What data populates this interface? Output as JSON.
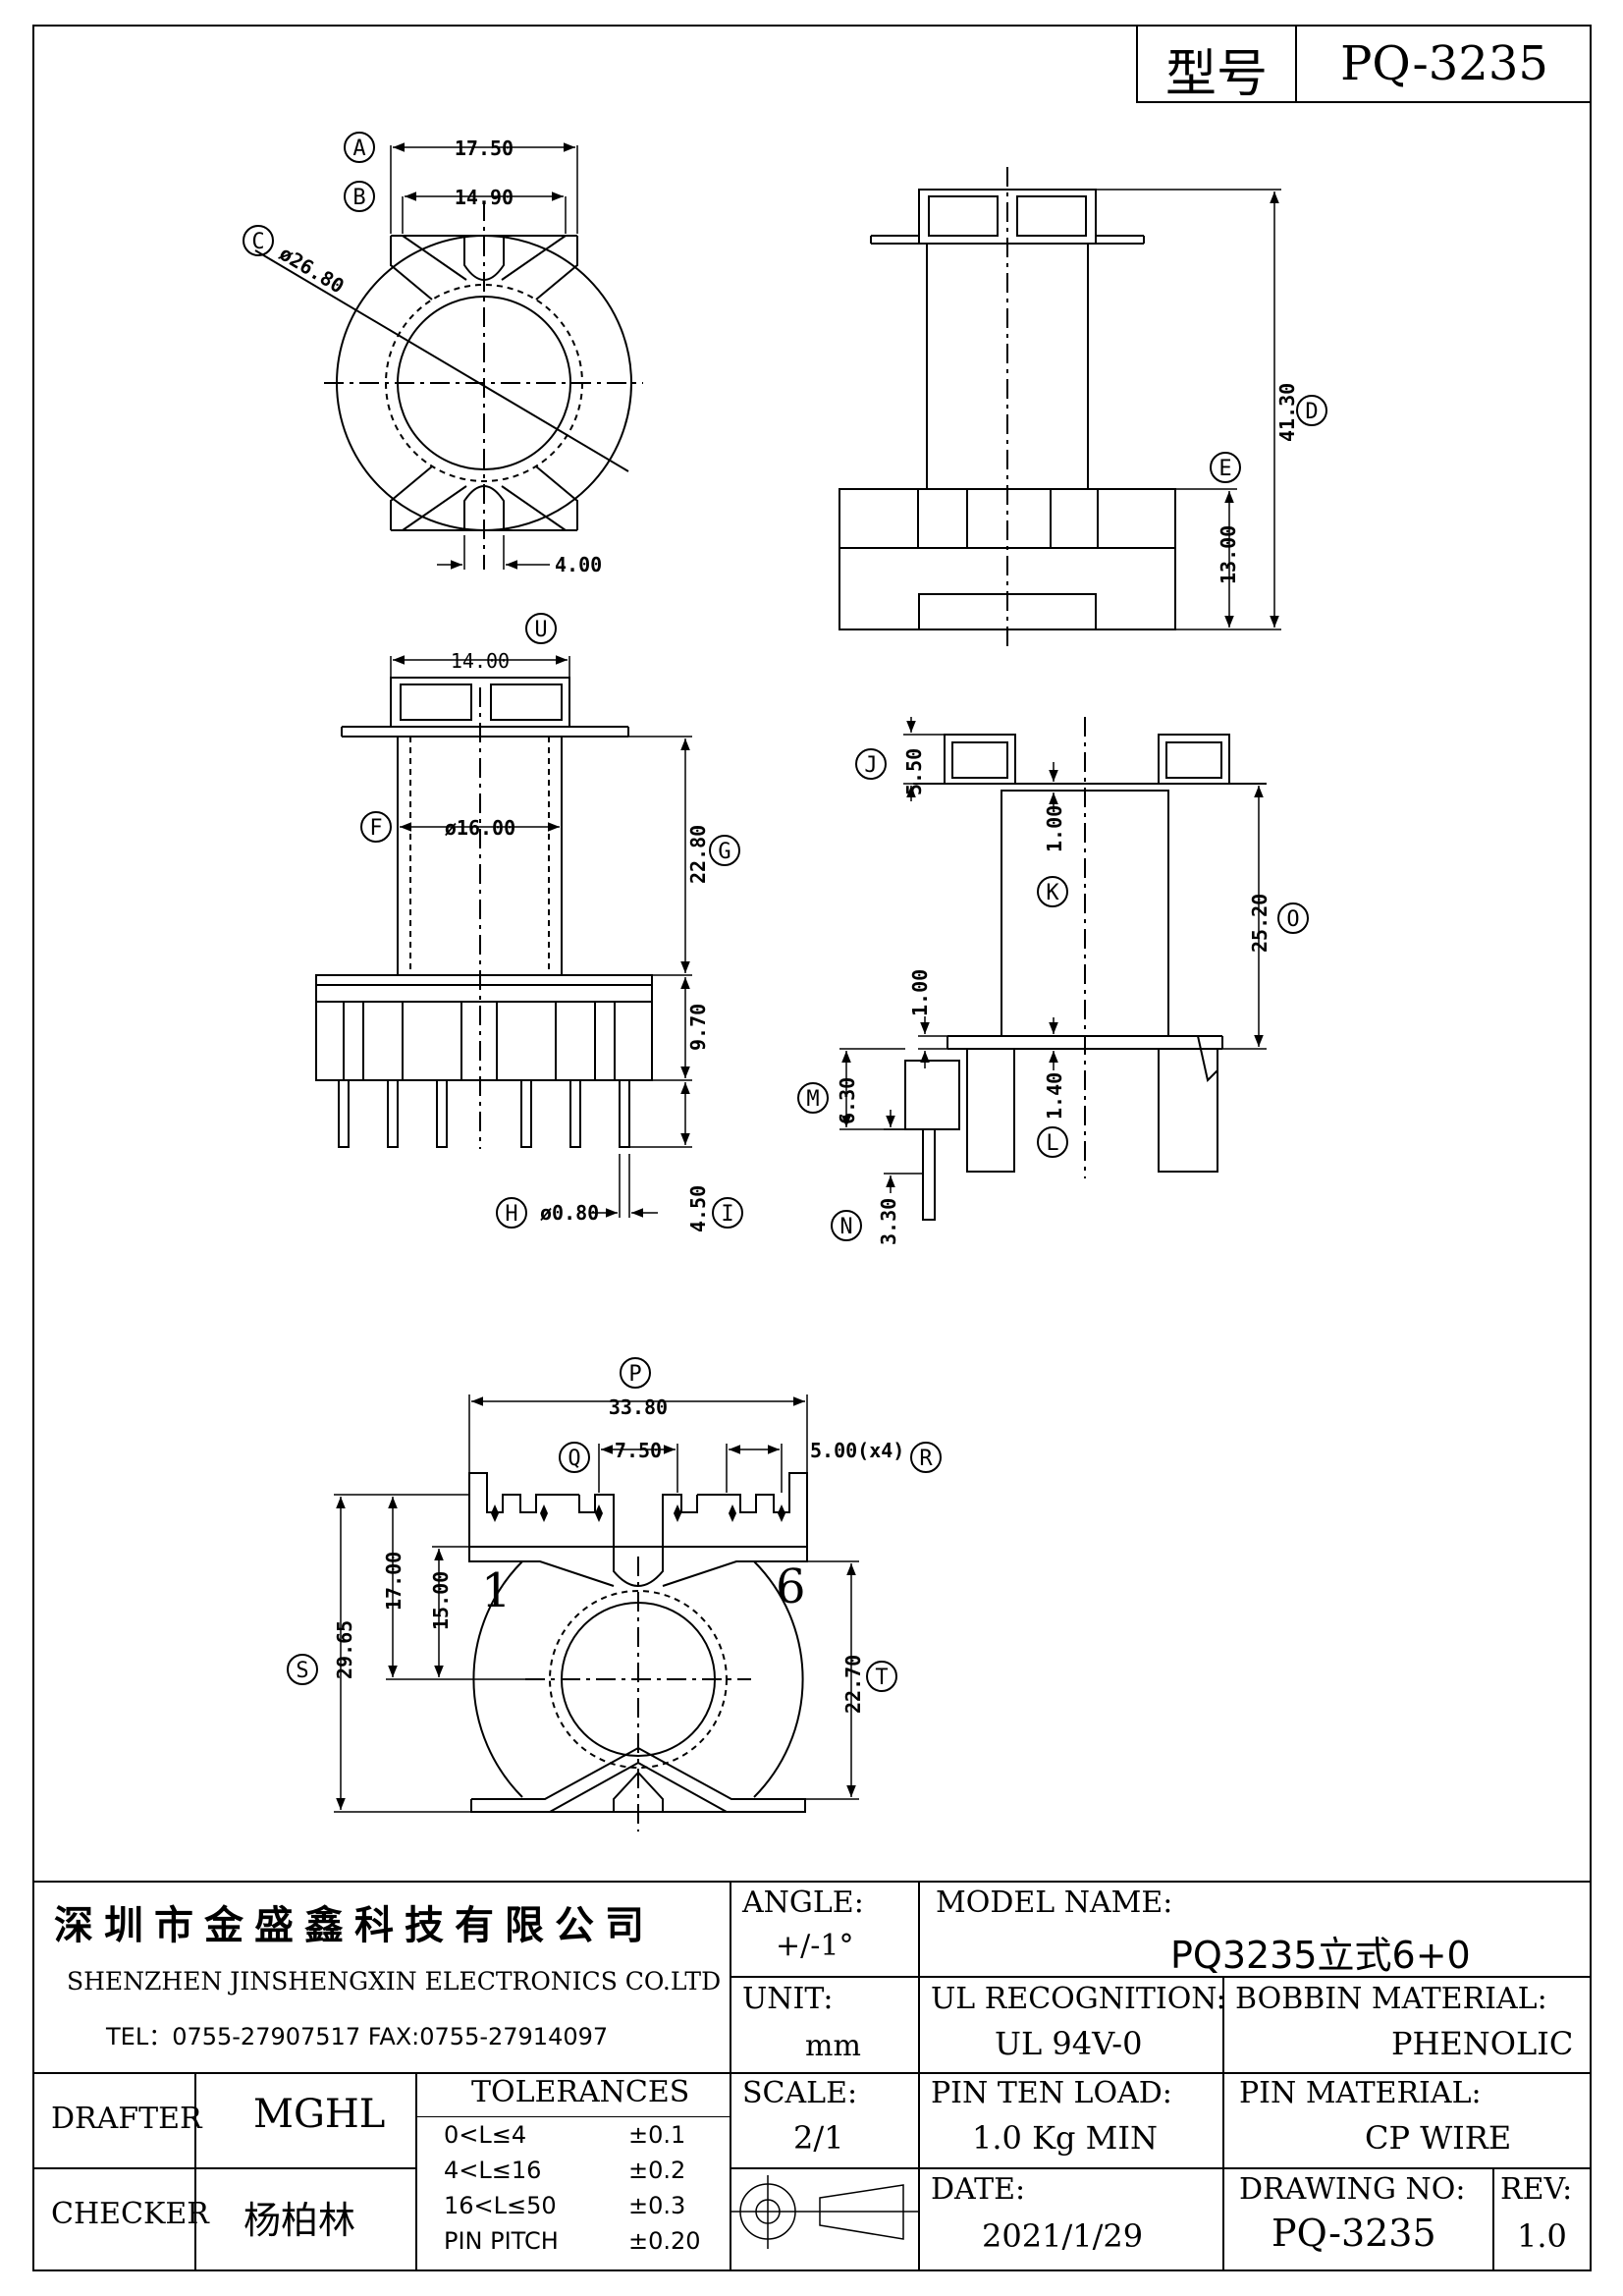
{
  "header": {
    "label": "型号",
    "model": "PQ-3235"
  },
  "dimensions": {
    "A_val": "17.50",
    "A_tag": "A",
    "B_val": "14.90",
    "B_tag": "B",
    "C_val": "ø26.80",
    "C_tag": "C",
    "bottom_val": "4.00",
    "D_val": "41.30",
    "D_tag": "D",
    "E_val": "13.00",
    "E_tag": "E",
    "U_val": "14.00",
    "U_tag": "U",
    "F_val": "ø16.00",
    "F_tag": "F",
    "G_val": "22.80",
    "G_tag": "G",
    "G2_val": "9.70",
    "H_val": "ø0.80",
    "H_tag": "H",
    "I_val": "4.50",
    "I_tag": "I",
    "J_val": "5.50",
    "J_tag": "J",
    "K_val": "1.00",
    "K_tag": "K",
    "O_val": "25.20",
    "O_tag": "O",
    "L1_val": "1.00",
    "L_val": "1.40",
    "L_tag": "L",
    "M_val": "6.30",
    "M_tag": "M",
    "N_val": "3.30",
    "N_tag": "N",
    "P_val": "33.80",
    "P_tag": "P",
    "Q_val": "7.50",
    "Q_tag": "Q",
    "R_val": "5.00(x4)",
    "R_tag": "R",
    "S_val": "29.65",
    "S_tag": "S",
    "S2_val": "17.00",
    "S3_val": "15.00",
    "T_val": "22.70",
    "T_tag": "T",
    "pin1": "1",
    "pin6": "6"
  },
  "title_block": {
    "company_cn": "深圳市金盛鑫科技有限公司",
    "company_en": "SHENZHEN JINSHENGXIN ELECTRONICS CO.LTD",
    "contact": "TEL：0755-27907517   FAX:0755-27914097",
    "angle_label": "ANGLE:",
    "angle_value": "+/-1°",
    "model_name_label": "MODEL NAME:",
    "model_name_value": "PQ3235立式6+0",
    "unit_label": "UNIT:",
    "unit_value": "mm",
    "ul_label": "UL RECOGNITION:",
    "ul_value": "UL 94V-0",
    "bobbin_label": "BOBBIN MATERIAL:",
    "bobbin_value": "PHENOLIC",
    "drafter_label": "DRAFTER",
    "drafter_value": "MGHL",
    "checker_label": "CHECKER",
    "checker_value": "杨柏林",
    "tolerances_label": "TOLERANCES",
    "tol_rows": [
      {
        "range": "0<L≤4",
        "tol": "±0.1"
      },
      {
        "range": "4<L≤16",
        "tol": "±0.2"
      },
      {
        "range": "16<L≤50",
        "tol": "±0.3"
      },
      {
        "range": "PIN PITCH",
        "tol": "±0.20"
      }
    ],
    "scale_label": "SCALE:",
    "scale_value": "2/1",
    "pin_load_label": "PIN TEN LOAD:",
    "pin_load_value": "1.0 Kg MIN",
    "pin_mat_label": "PIN MATERIAL:",
    "pin_mat_value": "CP WIRE",
    "date_label": "DATE:",
    "date_value": "2021/1/29",
    "drawing_no_label": "DRAWING NO:",
    "drawing_no_value": "PQ-3235",
    "rev_label": "REV:",
    "rev_value": "1.0"
  }
}
